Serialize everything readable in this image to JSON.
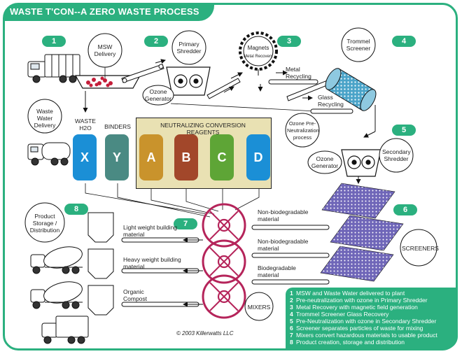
{
  "title": "WASTE T'CON--A ZERO WASTE PROCESS",
  "steps": [
    "1",
    "2",
    "3",
    "4",
    "5",
    "6",
    "7",
    "8"
  ],
  "labels": {
    "msw_delivery": "MSW Delivery",
    "primary_shredder": "Primary Shredder",
    "magnets": "Magnets",
    "metal_recovery": "Metal Recovery",
    "trommel_screener": "Trommel Screener",
    "ozone_generator_1": "Ozone Generator",
    "metal_recycling": "Metal Recycling",
    "glass_recycling": "Glass Recycling",
    "waste_water_delivery": "Waste Water Delivery",
    "waste_h2o": "WASTE H2O",
    "binders": "BINDERS",
    "reagents_title": "NEUTRALIZING CONVERSION REAGENTS",
    "ozone_pre": "Ozone Pre-Neutralization process",
    "ozone_generator_2": "Ozone Generator",
    "secondary_shredder": "Secondary Shredder",
    "product_storage": "Product Storage / Distribution",
    "light_weight": "Light weight building material",
    "heavy_weight": "Heavy weight building material",
    "organic_compost": "Organic Compost",
    "non_bio_1": "Non-biodegradable material",
    "non_bio_2": "Non-biodegradable material",
    "biodegradable": "Biodegradable material",
    "screeners": "SCREENERS",
    "mixers": "MIXERS",
    "copyright": "© 2003 Killerwatts LLC"
  },
  "tanks": [
    {
      "letter": "X",
      "color": "#1b8fd6"
    },
    {
      "letter": "Y",
      "color": "#4a8a83"
    },
    {
      "letter": "A",
      "color": "#c9932c"
    },
    {
      "letter": "B",
      "color": "#a2472a"
    },
    {
      "letter": "C",
      "color": "#5ea536"
    },
    {
      "letter": "D",
      "color": "#1b8fd6"
    }
  ],
  "legend": [
    {
      "num": "1",
      "text": "MSW and Waste Water delivered to plant"
    },
    {
      "num": "2",
      "text": "Pre-neutralization with ozone in Primary Shredder"
    },
    {
      "num": "3",
      "text": "Metal Recovery with magnetic field generation"
    },
    {
      "num": "4",
      "text": "Trommel Screener Glass Recovery"
    },
    {
      "num": "5",
      "text": "Pre-Neutralization with ozone in Secondary Shredder"
    },
    {
      "num": "6",
      "text": "Screener separates particles of waste for mixing"
    },
    {
      "num": "7",
      "text": "Mixers convert hazardous materials to usable product"
    },
    {
      "num": "8",
      "text": "Product creation, storage and distribution"
    }
  ],
  "colors": {
    "accent": "#2bb07f",
    "mixer": "#b5245a",
    "screener": "#6f66b8",
    "trommel": "#4aa3c8"
  }
}
